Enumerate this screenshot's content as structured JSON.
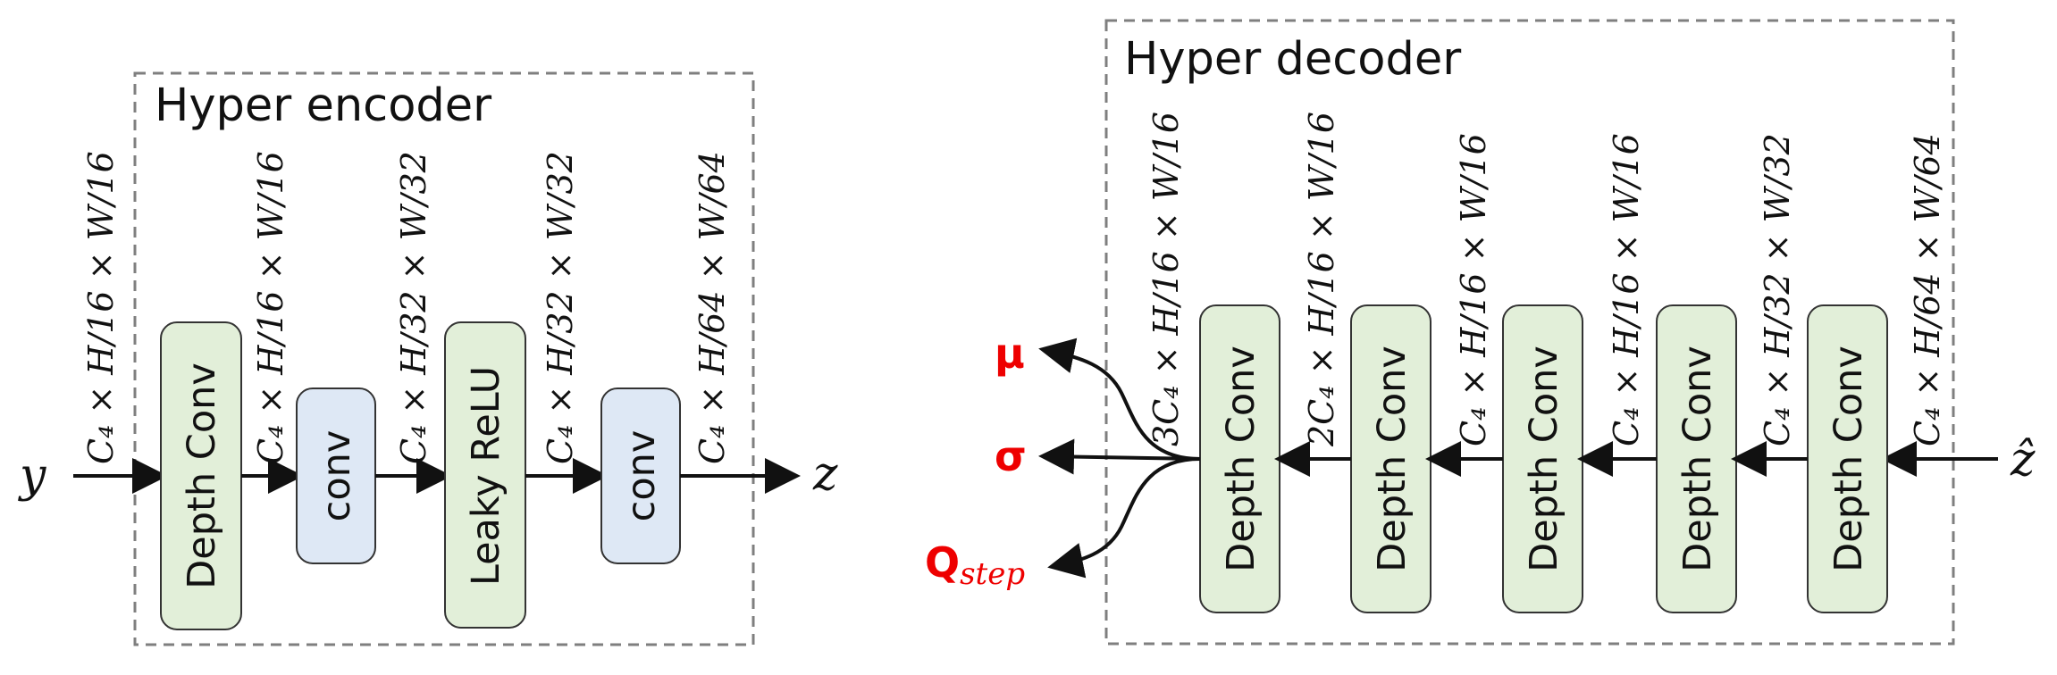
{
  "encoder": {
    "title": "Hyper encoder",
    "input": "y",
    "output": "z",
    "blocks": [
      "Depth Conv",
      "conv",
      "Leaky ReLU",
      "conv"
    ],
    "dims": [
      "C₄ × H/16 × W/16",
      "C₄ × H/16 × W/16",
      "C₄ × H/32 × W/32",
      "C₄ × H/32 × W/32",
      "C₄ × H/64 × W/64"
    ]
  },
  "decoder": {
    "title": "Hyper decoder",
    "input": "ẑ",
    "blocks": [
      "Depth Conv",
      "Depth Conv",
      "Depth Conv",
      "Depth Conv",
      "Depth Conv"
    ],
    "dims": [
      "3C₄ × H/16 × W/16",
      "2C₄ × H/16 × W/16",
      "C₄ × H/16 × W/16",
      "C₄ × H/16 × W/16",
      "C₄ × H/32 × W/32",
      "C₄ × H/64 × W/64"
    ],
    "outputs": {
      "mu": "μ",
      "sigma": "σ",
      "qstep": "Q",
      "qstep_sub": "step"
    }
  },
  "colors": {
    "green_fill": "#e2efd9",
    "blue_fill": "#dee8f5",
    "border": "#333333",
    "dashed": "#7f7f7f",
    "red": "#ee0000"
  }
}
